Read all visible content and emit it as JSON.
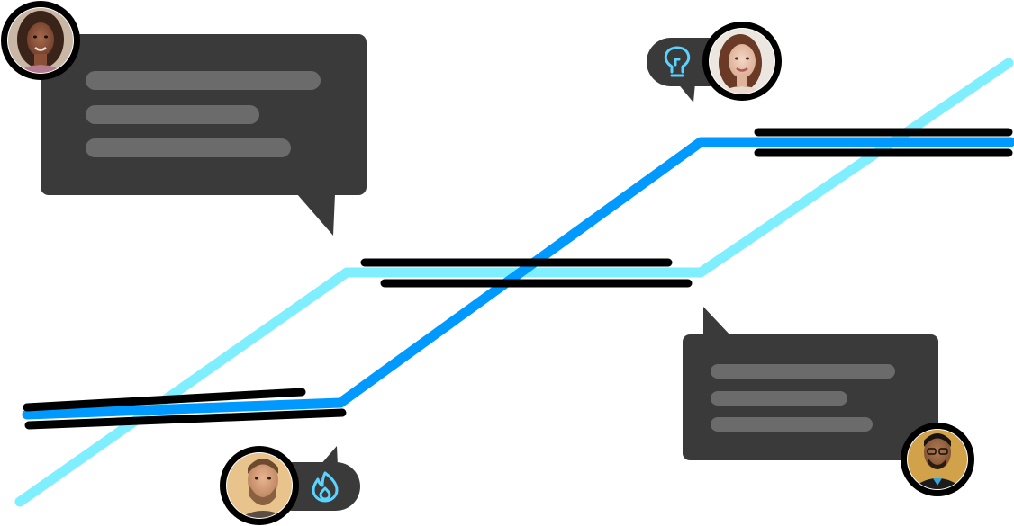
{
  "colors": {
    "background": "#ffffff",
    "light_line": "#7feeff",
    "blue_line": "#0099ff",
    "black_line": "#000000",
    "bubble": "#3a3a3a",
    "bubble_text_bar": "#6b6b6b",
    "icon_accent": "#5ad4ff"
  },
  "icons": {
    "top_right_badge": "lightbulb-icon",
    "bottom_left_badge": "flame-icon"
  },
  "avatars": [
    {
      "name": "avatar-woman-top-left"
    },
    {
      "name": "avatar-woman-top-right"
    },
    {
      "name": "avatar-man-bottom-left"
    },
    {
      "name": "avatar-man-bottom-right"
    }
  ]
}
